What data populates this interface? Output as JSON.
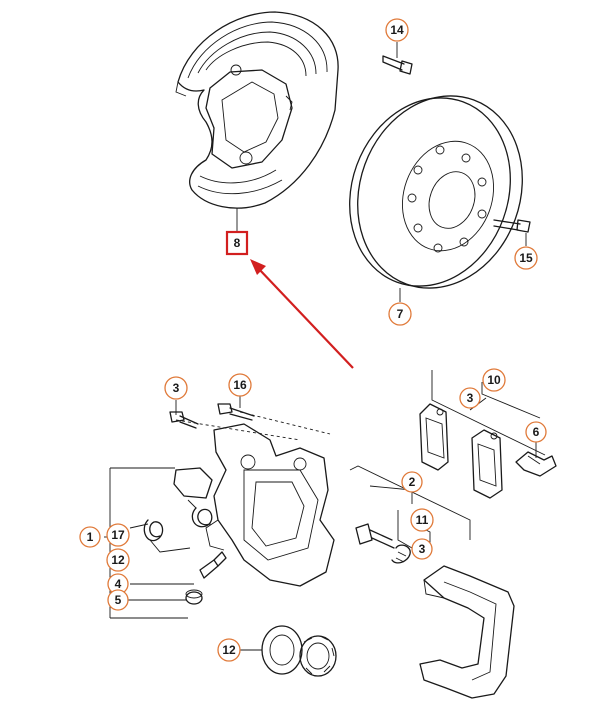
{
  "callouts": [
    {
      "id": "c14",
      "label": "14"
    },
    {
      "id": "c8",
      "label": "8"
    },
    {
      "id": "c15",
      "label": "15"
    },
    {
      "id": "c7",
      "label": "7"
    },
    {
      "id": "c3a",
      "label": "3"
    },
    {
      "id": "c16",
      "label": "16"
    },
    {
      "id": "c10",
      "label": "10"
    },
    {
      "id": "c3b",
      "label": "3"
    },
    {
      "id": "c6",
      "label": "6"
    },
    {
      "id": "c2",
      "label": "2"
    },
    {
      "id": "c11",
      "label": "11"
    },
    {
      "id": "c3c",
      "label": "3"
    },
    {
      "id": "c1",
      "label": "1"
    },
    {
      "id": "c17",
      "label": "17"
    },
    {
      "id": "c12a",
      "label": "12"
    },
    {
      "id": "c4",
      "label": "4"
    },
    {
      "id": "c5",
      "label": "5"
    },
    {
      "id": "c12b",
      "label": "12"
    }
  ],
  "highlight": {
    "label": "8",
    "color": "#d21f1f"
  },
  "colors": {
    "callout_stroke": "#e07a3a",
    "highlight": "#d21f1f",
    "line": "#1a1a1a"
  }
}
